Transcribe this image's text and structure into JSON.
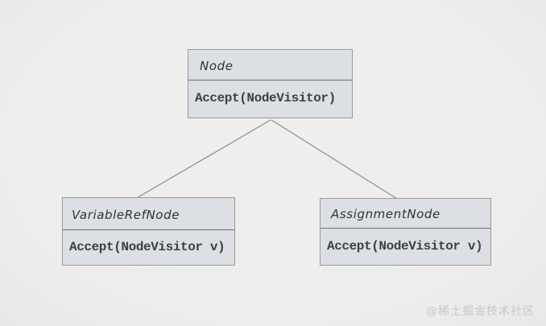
{
  "diagram": {
    "nodes": [
      {
        "name": "Node",
        "method": "Accept(NodeVisitor)"
      },
      {
        "name": "VariableRefNode",
        "method": "Accept(NodeVisitor v)"
      },
      {
        "name": "AssignmentNode",
        "method": "Accept(NodeVisitor v)"
      }
    ],
    "edges": [
      {
        "from": "VariableRefNode",
        "to": "Node"
      },
      {
        "from": "AssignmentNode",
        "to": "Node"
      }
    ],
    "colors": {
      "background": "#efeeec",
      "box_fill": "#dcdfe4",
      "box_border": "#97999c",
      "divider": "#6d7076",
      "edge_line": "#8e9094",
      "text": "#3d4046",
      "watermark": "#c7c7c5"
    }
  },
  "watermark": {
    "text": "@稀土掘金技术社区"
  }
}
